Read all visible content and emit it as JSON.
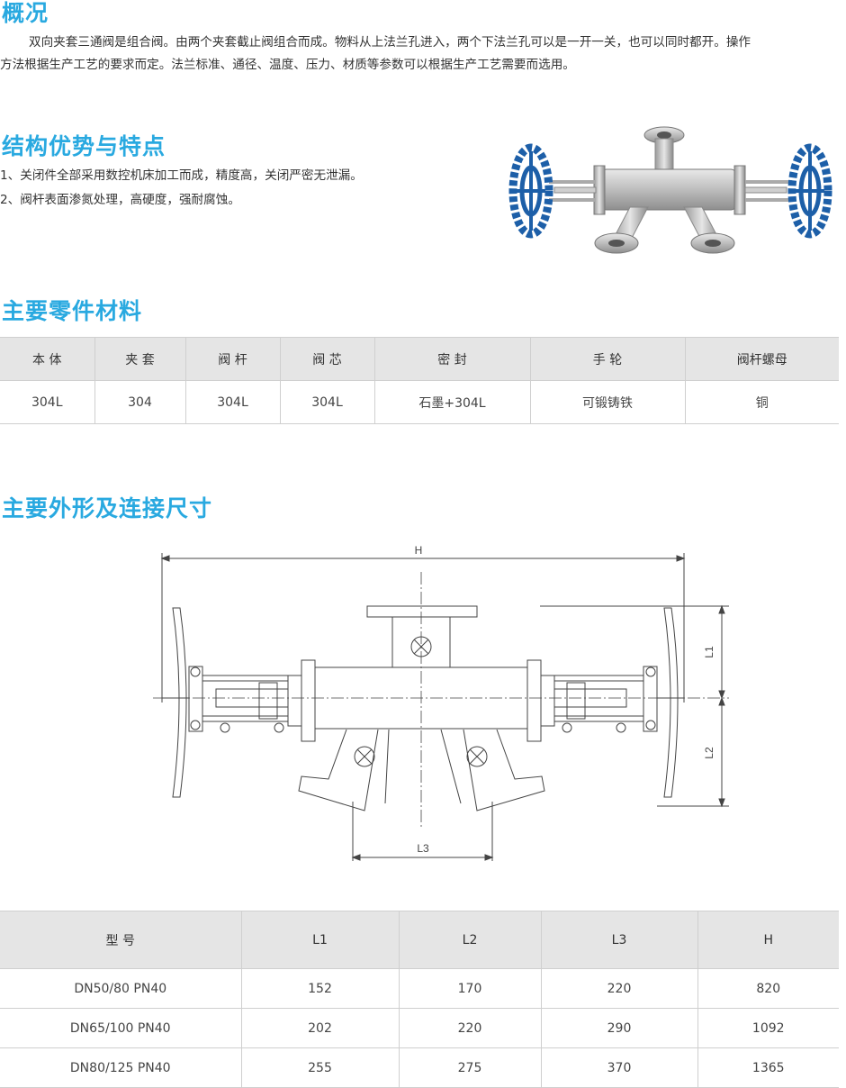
{
  "overview": {
    "title": "概况",
    "line1": "双向夹套三通阀是组合阀。由两个夹套截止阀组合而成。物料从上法兰孔进入，两个下法兰孔可以是一开一关，也可以同时都开。操作",
    "line2": "方法根据生产工艺的要求而定。法兰标准、通径、温度、压力、材质等参数可以根据生产工艺需要而选用。"
  },
  "features": {
    "title": "结构优势与特点",
    "items": [
      "1、关闭件全部采用数控机床加工而成，精度高，关闭严密无泄漏。",
      "2、阀杆表面渗氮处理，高硬度，强耐腐蚀。"
    ]
  },
  "materials": {
    "title": "主要零件材料",
    "headers": [
      "本 体",
      "夹 套",
      "阀 杆",
      "阀 芯",
      "密 封",
      "手 轮",
      "阀杆螺母"
    ],
    "values": [
      "304L",
      "304",
      "304L",
      "304L",
      "石墨+304L",
      "可锻铸铁",
      "铜"
    ]
  },
  "dimensions": {
    "title": "主要外形及连接尺寸",
    "drawing_labels": {
      "h": "H",
      "l1": "L1",
      "l2": "L2",
      "l3": "L3"
    },
    "headers": [
      "型 号",
      "L1",
      "L2",
      "L3",
      "H"
    ],
    "rows": [
      [
        "DN50/80  PN40",
        "152",
        "170",
        "220",
        "820"
      ],
      [
        "DN65/100  PN40",
        "202",
        "220",
        "290",
        "1092"
      ],
      [
        "DN80/125  PN40",
        "255",
        "275",
        "370",
        "1365"
      ]
    ]
  },
  "colors": {
    "accent": "#29a9e0",
    "header_bg": "#e5e5e5",
    "wheel": "#1d5fa8",
    "steel": "#c8c8c8"
  }
}
